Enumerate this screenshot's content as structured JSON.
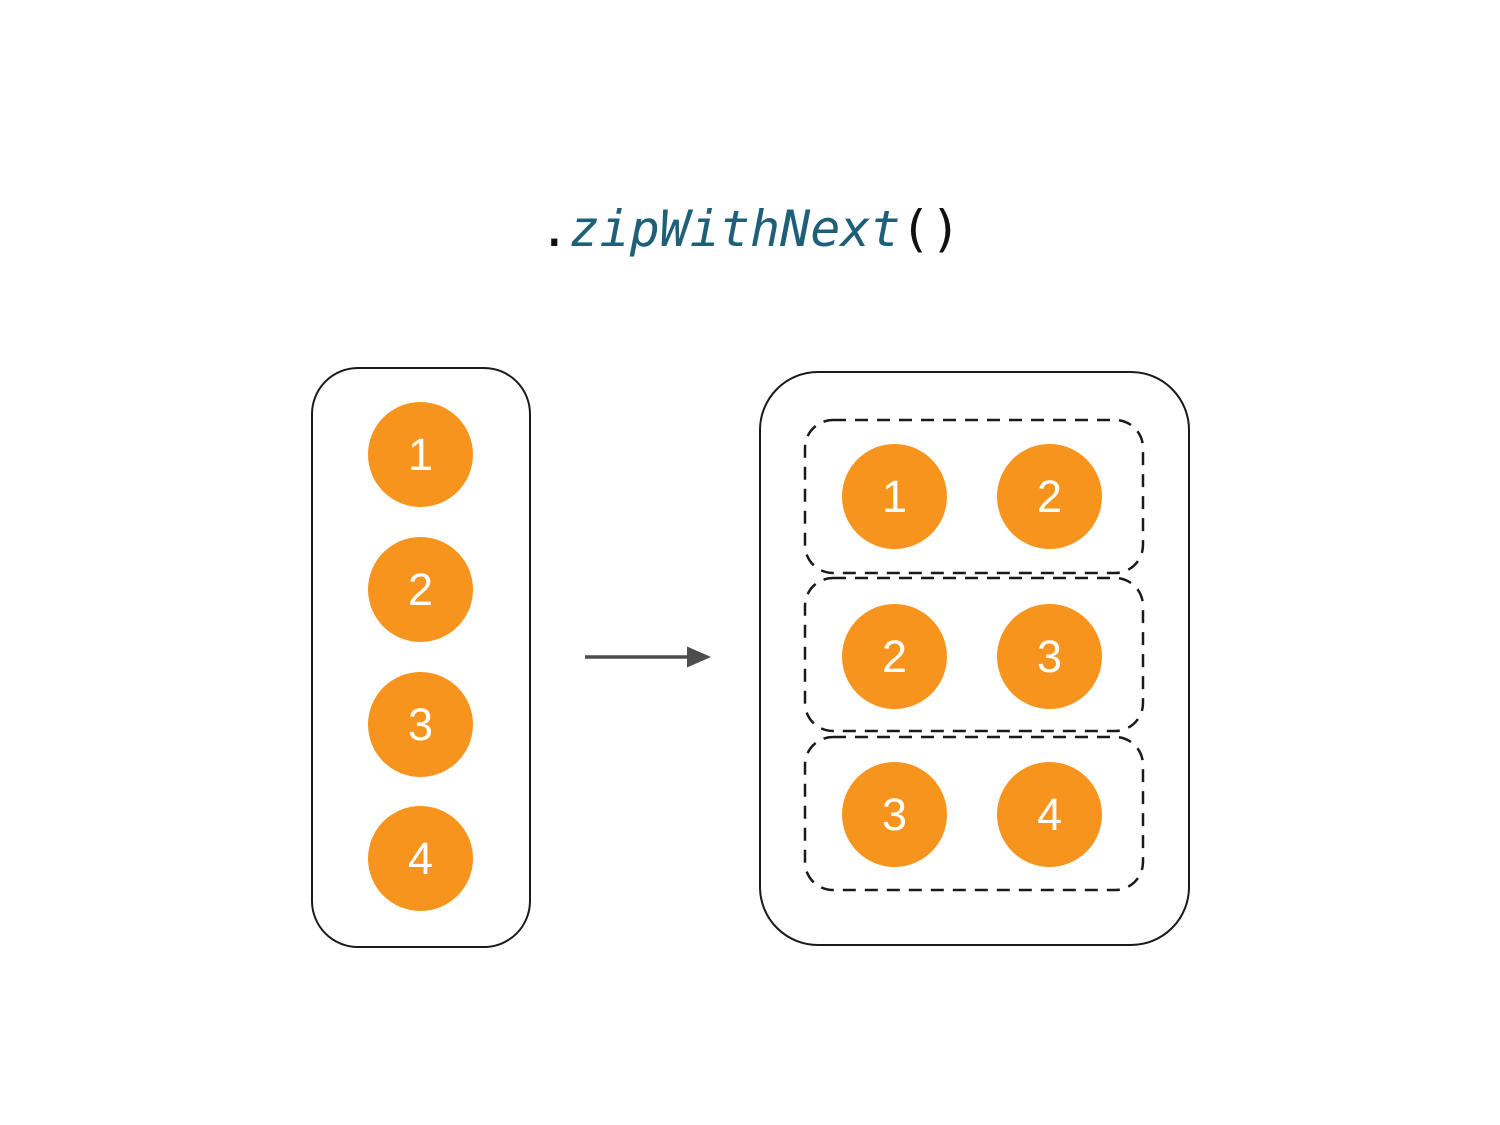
{
  "title": {
    "prefix": ".",
    "function_name": "zipWithNext",
    "suffix": "()"
  },
  "colors": {
    "circle_orange": "#F7941E",
    "function_name_teal": "#1F5F78",
    "outline_black": "#1A1A1A",
    "arrow_gray": "#4D4D4D",
    "background": "#FFFFFF",
    "circle_text": "#FFFFFF",
    "title_text": "#111111"
  },
  "icons": {
    "arrow_right": "→"
  },
  "input_list": {
    "items": [
      "1",
      "2",
      "3",
      "4"
    ]
  },
  "output_list": {
    "pairs": [
      [
        "1",
        "2"
      ],
      [
        "2",
        "3"
      ],
      [
        "3",
        "4"
      ]
    ]
  }
}
